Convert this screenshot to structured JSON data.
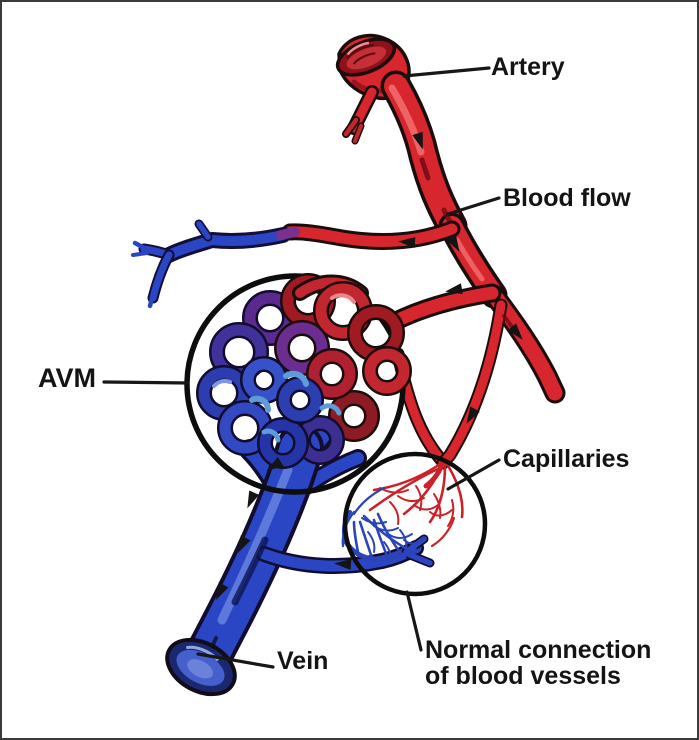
{
  "diagram": {
    "labels": {
      "artery": "Artery",
      "blood_flow": "Blood flow",
      "avm": "AVM",
      "capillaries": "Capillaries",
      "normal_connection": "Normal connection of blood vessels",
      "vein": "Vein"
    },
    "colors": {
      "artery_red": "#d8262e",
      "artery_dark_red": "#9e141c",
      "vein_blue": "#2a46c4",
      "vein_dark_blue": "#16246e",
      "capillary_red": "#cb2127",
      "capillary_blue": "#2b45b8",
      "outline_black": "#140d0d",
      "ring_black": "#0d0d0d",
      "label_text": "#141414",
      "background": "#ffffff",
      "border": "#3a3a3a"
    }
  }
}
